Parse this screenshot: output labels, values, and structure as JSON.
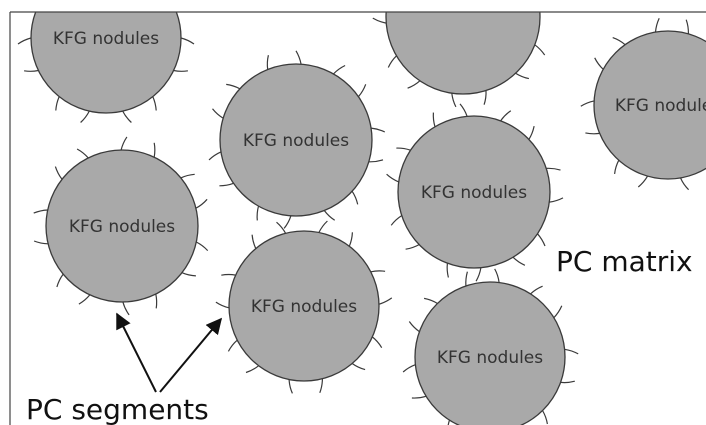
{
  "diagram": {
    "nodule_label": "KFG nodules",
    "matrix_label": "PC matrix",
    "segments_label": "PC segments",
    "colors": {
      "background": "#ffffff",
      "nodule_fill": "#a9a9a9",
      "nodule_stroke": "#3a3a3a",
      "text": "#333333",
      "arrow": "#111111",
      "frame": "#444444"
    }
  }
}
